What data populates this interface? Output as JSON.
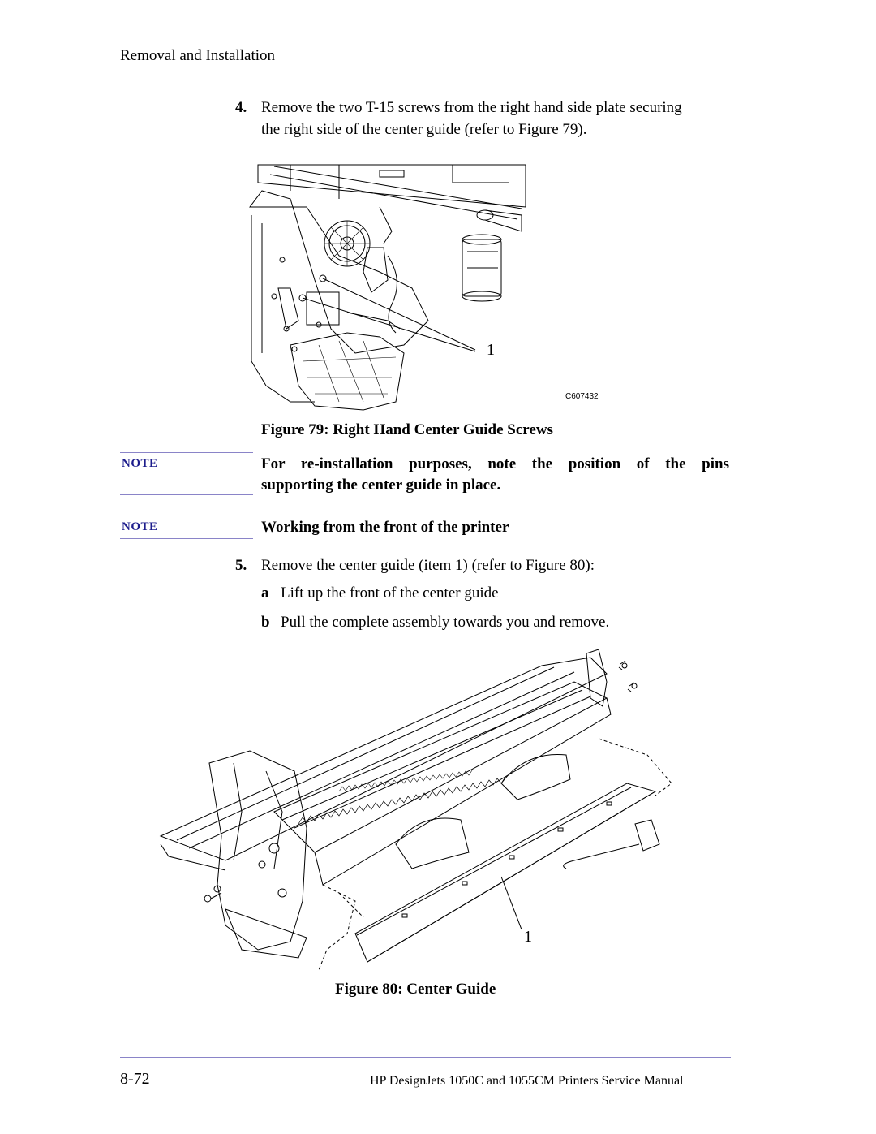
{
  "header": {
    "title": "Removal and Installation"
  },
  "steps": {
    "step4": {
      "number": "4.",
      "line1": "Remove the two T-15 screws from the right hand side plate securing",
      "line2": "the right side of the center guide (refer to Figure 79)."
    },
    "step5": {
      "number": "5.",
      "text": "Remove the center guide (item 1) (refer to Figure 80):",
      "substeps": [
        {
          "letter": "a",
          "text": "Lift up the front of the center guide"
        },
        {
          "letter": "b",
          "text": "Pull the complete assembly towards you and remove."
        }
      ]
    }
  },
  "figure79": {
    "callout": "1",
    "image_id": "C607432",
    "caption": "Figure 79: Right Hand Center Guide Screws"
  },
  "notes": [
    {
      "label": "NOTE",
      "line1": "For re-installation purposes, note the position of the pins",
      "line2": "supporting the center guide in place."
    },
    {
      "label": "NOTE",
      "line1": "Working from the front of the printer"
    }
  ],
  "figure80": {
    "callout": "1",
    "caption": "Figure 80: Center Guide"
  },
  "footer": {
    "page_number": "8-72",
    "manual_title": "HP DesignJets 1050C and 1055CM Printers Service Manual"
  }
}
